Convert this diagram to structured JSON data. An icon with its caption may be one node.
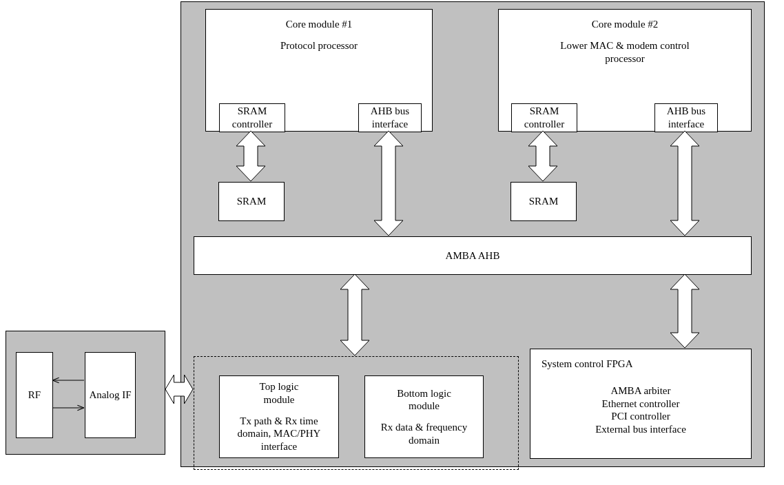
{
  "diagram": {
    "nodes": [
      {
        "text": [],
        "shape": "box"
      },
      {
        "text": [
          "Core module #1",
          "Protocol processor"
        ],
        "in": 0
      },
      {
        "text": [
          "SRAM controller"
        ],
        "in": 1
      },
      {
        "text": [
          "AHB bus interface"
        ],
        "in": 1
      },
      {
        "text": [
          "Core module #2",
          "Lower MAC & modem control processor"
        ],
        "in": 0
      },
      {
        "text": [
          "SRAM controller"
        ],
        "in": 4
      },
      {
        "text": [
          "AHB bus interface"
        ],
        "in": 4
      },
      {
        "text": [
          "SRAM"
        ],
        "in": 0
      },
      {
        "text": [
          "SRAM"
        ],
        "in": 0
      },
      {
        "text": [
          "AMBA AHB"
        ],
        "in": 0
      },
      {
        "text": [],
        "shape": "box",
        "in": 0
      },
      {
        "text": [
          "Top logic module",
          "Tx path & Rx time domain, MAC/PHY interface"
        ],
        "in": 10
      },
      {
        "text": [
          "Bottom logic module",
          "Rx data & frequency domain"
        ],
        "in": 10
      },
      {
        "text": [
          "System control FPGA",
          "AMBA arbiter",
          "Ethernet controller",
          "PCI controller",
          "External bus interface"
        ],
        "in": 0
      },
      {
        "text": [],
        "shape": "box"
      },
      {
        "text": [
          "RF"
        ],
        "in": 14
      },
      {
        "text": [
          "Analog IF"
        ],
        "in": 14
      }
    ],
    "edges": [
      {
        "from": 2,
        "to": 7,
        "arrow": "both",
        "style": "thick"
      },
      {
        "from": 3,
        "to": 9,
        "arrow": "both",
        "style": "thick"
      },
      {
        "from": 5,
        "to": 8,
        "arrow": "both",
        "style": "thick"
      },
      {
        "from": 6,
        "to": 9,
        "arrow": "both",
        "style": "thick"
      },
      {
        "from": 9,
        "to": 10,
        "arrow": "both",
        "style": "thick"
      },
      {
        "from": 9,
        "to": 13,
        "arrow": "both",
        "style": "thick"
      },
      {
        "from": 14,
        "to": 10,
        "arrow": "both",
        "style": "thick"
      },
      {
        "from": 16,
        "to": 15,
        "arrow": "to"
      },
      {
        "from": 15,
        "to": 16,
        "arrow": "to"
      }
    ]
  }
}
